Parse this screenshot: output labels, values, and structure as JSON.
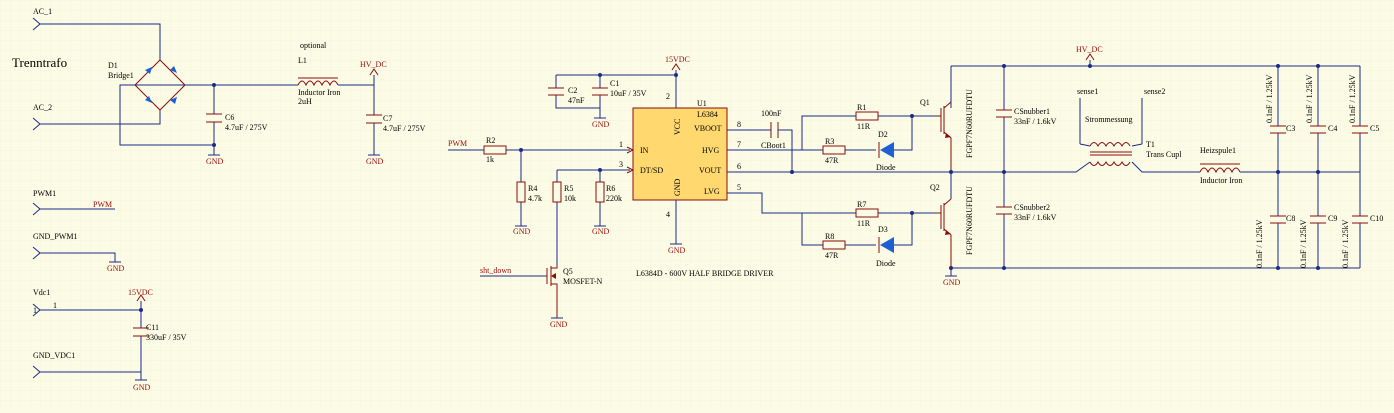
{
  "colors": {
    "background": "#fcfce6",
    "wire": "#1c2a8c",
    "part": "#8a0c0c",
    "label": "#9c0a0a",
    "diode": "#1e5fd6",
    "ic_fill": "#ffd870"
  },
  "title": "Trenntrafo",
  "ports": {
    "ac1": "AC_1",
    "ac2": "AC_2",
    "pwm1": "PWM1",
    "gnd_pwm1": "GND_PWM1",
    "vdc1": "Vdc1",
    "gnd_vdc1": "GND_VDC1"
  },
  "nets": {
    "pwm_in": "PWM",
    "pwm_out": "PWM",
    "sht_down": "sht_down",
    "gnd": "GND",
    "hv_dc": "HV_DC",
    "v15": "15VDC"
  },
  "pins": {
    "vdc1": "1",
    "in": "1",
    "dtsd": "3",
    "vcc": "2",
    "gnd": "4",
    "vboot": "8",
    "hvg": "7",
    "vout": "6",
    "lvg": "5"
  },
  "parts": {
    "d1_ref": "D1",
    "d1_val": "Bridge1",
    "c6_ref": "C6",
    "c6_val": "4.7uF / 275V",
    "l1_note": "optional",
    "l1_ref": "L1",
    "l1_val1": "Inductor Iron",
    "l1_val2": "2uH",
    "c7_ref": "C7",
    "c7_val": "4.7uF / 275V",
    "c11_ref": "C11",
    "c11_val": "330uF / 35V",
    "c2_ref": "C2",
    "c2_val": "47nF",
    "c1_ref": "C1",
    "c1_val": "10uF / 35V",
    "r2_ref": "R2",
    "r2_val": "1k",
    "r4_ref": "R4",
    "r4_val": "4.7k",
    "r5_ref": "R5",
    "r5_val": "10k",
    "r6_ref": "R6",
    "r6_val": "220k",
    "q5_ref": "Q5",
    "q5_val": "MOSFET-N",
    "cboot_val": "100nF",
    "cboot_ref": "CBoot1",
    "r1_ref": "R1",
    "r1_val": "11R",
    "r3_ref": "R3",
    "r3_val": "47R",
    "d2_ref": "D2",
    "d2_val": "Diode",
    "r7_ref": "R7",
    "r7_val": "11R",
    "r8_ref": "R8",
    "r8_val": "47R",
    "d3_ref": "D3",
    "d3_val": "Diode",
    "q1_ref": "Q1",
    "q1_val": "FGPF7N60RUFDTU",
    "q2_ref": "Q2",
    "q2_val": "FGPF7N60RUFDTU",
    "cs1_ref": "CSnubber1",
    "cs1_val": "33nF / 1.6kV",
    "cs2_ref": "CSnubber2",
    "cs2_val": "33nF / 1.6kV",
    "sense1": "sense1",
    "sense2": "sense2",
    "strom": "Strommessung",
    "t1_ref": "T1",
    "t1_val": "Trans Cupl",
    "hz_ref": "Heizspule1",
    "hz_val": "Inductor Iron",
    "c3_ref": "C3",
    "c4_ref": "C4",
    "c5_ref": "C5",
    "c8_ref": "C8",
    "c9_ref": "C9",
    "c10_ref": "C10",
    "cres_val": "0.1nF / 1.25kV"
  },
  "ic": {
    "ref": "U1",
    "part": "L6384",
    "in": "IN",
    "dtsd": "DT/SD",
    "vcc": "VCC",
    "gnd": "GND",
    "vboot": "VBOOT",
    "hvg": "HVG",
    "vout": "VOUT",
    "lvg": "LVG",
    "caption": "L6384D - 600V HALF BRIDGE DRIVER"
  }
}
